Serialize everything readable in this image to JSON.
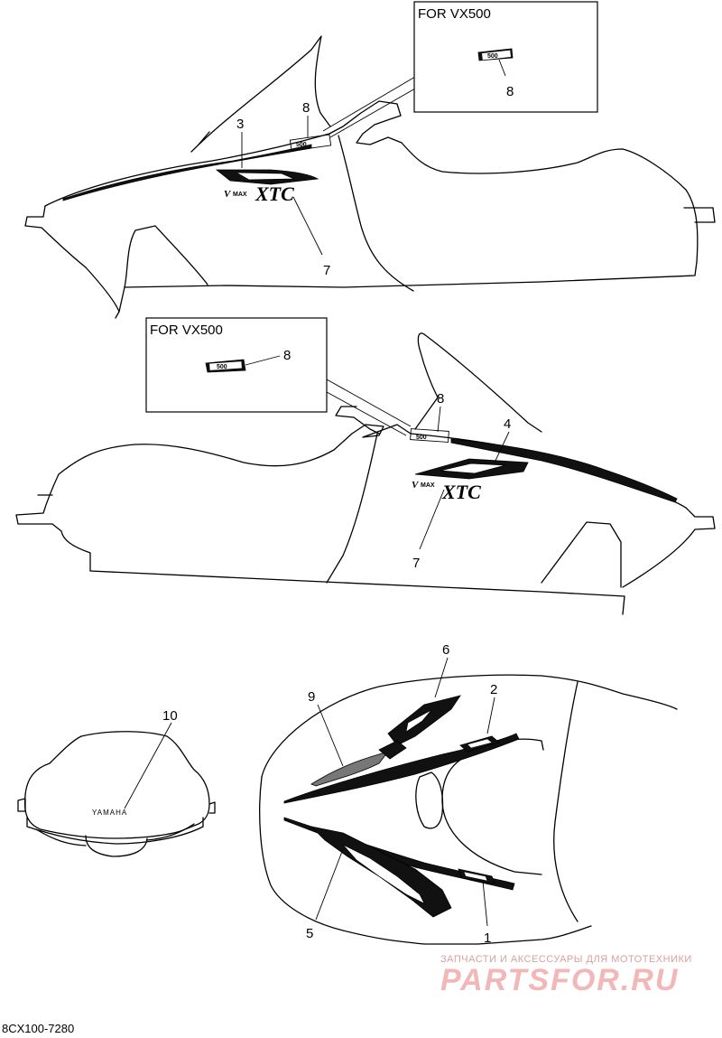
{
  "box_top": {
    "title": "FOR VX500",
    "callout": "8"
  },
  "box_mid": {
    "title": "FOR VX500",
    "callout": "8"
  },
  "decals": {
    "model_prefix": "V",
    "model_max": "MAX",
    "model_suffix": "XTC",
    "size_badge": "500",
    "brand": "YAMAHA"
  },
  "callouts_top": {
    "c3": "3",
    "c8": "8",
    "c7": "7"
  },
  "callouts_mid": {
    "c8": "8",
    "c4": "4",
    "c7": "7"
  },
  "callouts_bottom": {
    "c6": "6",
    "c9": "9",
    "c2": "2",
    "c10": "10",
    "c5": "5",
    "c1": "1"
  },
  "watermark": {
    "line1": "ЗАПЧАСТИ И АКСЕССУАРЫ ДЛЯ МОТОТЕХНИКИ",
    "line2": "PARTSFOR.RU"
  },
  "part_code": "8CX100-7280"
}
